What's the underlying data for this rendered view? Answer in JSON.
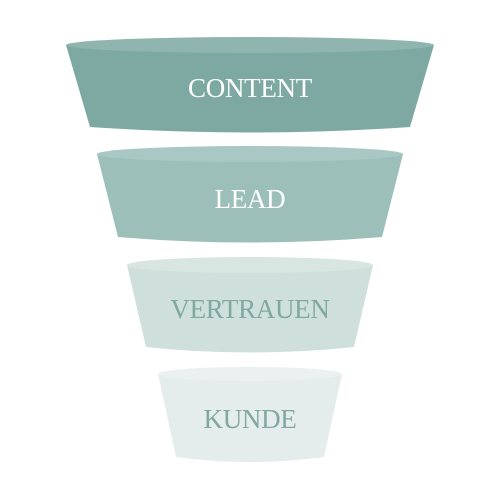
{
  "funnel": {
    "stages": [
      {
        "label": "CONTENT",
        "fill": "#7ea9a2",
        "top_fill": "#8fb5ae",
        "text_color": "#ffffff"
      },
      {
        "label": "LEAD",
        "fill": "#9cbfb9",
        "top_fill": "#aac8c3",
        "text_color": "#ffffff"
      },
      {
        "label": "VERTRAUEN",
        "fill": "#cfe0dc",
        "top_fill": "#d8e6e2",
        "text_color": "#7fa8a0"
      },
      {
        "label": "KUNDE",
        "fill": "#e5ecec",
        "top_fill": "#ebf1f0",
        "text_color": "#7fa8a0"
      }
    ]
  }
}
